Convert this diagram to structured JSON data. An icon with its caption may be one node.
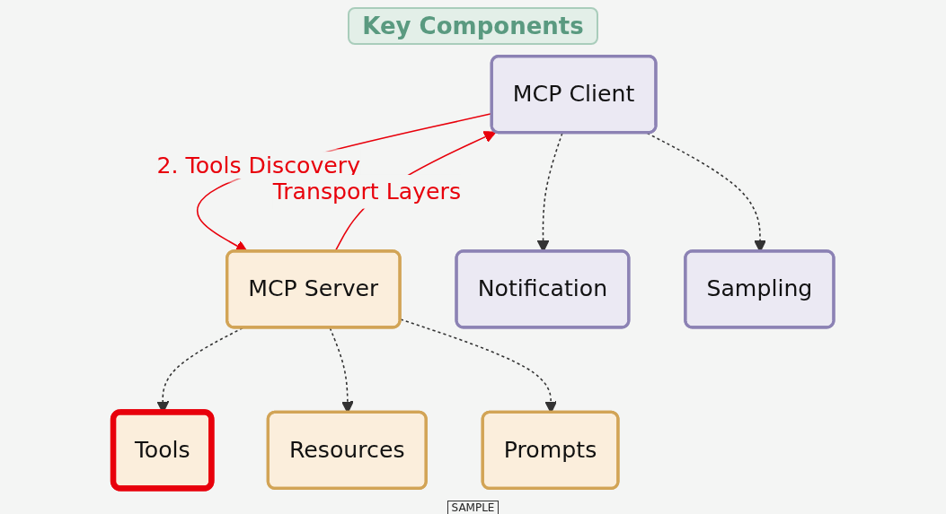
{
  "diagram": {
    "title": "Key Components",
    "nodes": [
      {
        "text": [
          "MCP Client"
        ]
      },
      {
        "text": [
          "MCP Server"
        ]
      },
      {
        "text": [
          "Notification"
        ]
      },
      {
        "text": [
          "Sampling"
        ]
      },
      {
        "text": [
          "Tools"
        ]
      },
      {
        "text": [
          "Resources"
        ]
      },
      {
        "text": [
          "Prompts"
        ]
      }
    ],
    "edges": [
      {
        "from": 0,
        "to": 1,
        "arrow": "to",
        "label": "2. Tools Discovery",
        "color": "#e8000b"
      },
      {
        "from": 1,
        "to": 0,
        "arrow": "to",
        "label": "Transport Layers",
        "color": "#e8000b"
      },
      {
        "from": 0,
        "to": 2,
        "arrow": "to",
        "style": "dashed"
      },
      {
        "from": 0,
        "to": 3,
        "arrow": "to",
        "style": "dashed"
      },
      {
        "from": 1,
        "to": 4,
        "arrow": "to",
        "style": "dashed"
      },
      {
        "from": 1,
        "to": 5,
        "arrow": "to",
        "style": "dashed"
      },
      {
        "from": 1,
        "to": 6,
        "arrow": "to",
        "style": "dashed"
      }
    ],
    "labels": [
      "SAMPLE"
    ]
  }
}
